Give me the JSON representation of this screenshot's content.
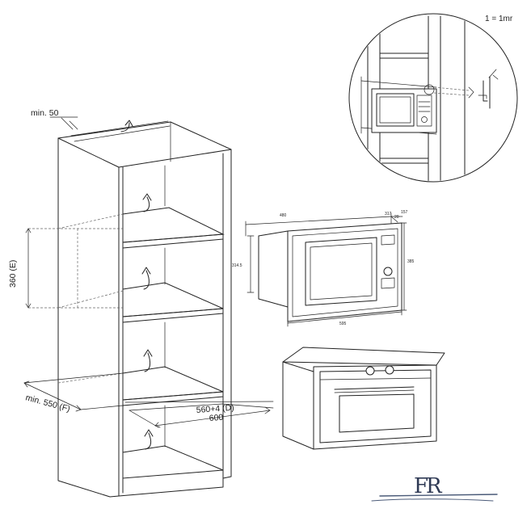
{
  "scale_note": "1 = 1mr",
  "cabinet": {
    "min_top_label": "min. 50",
    "height_label": "360 (E)",
    "depth_label": "min. 550 (F)",
    "width_inner_label": "560+4 (D)",
    "width_outer_label": "600"
  },
  "microwave_dims": {
    "width": "480",
    "d1": "317",
    "d2": "20",
    "d3": "157",
    "left_height": "314.5",
    "right_height": "385",
    "bottom_width": "595"
  },
  "logo": {
    "text": "FR"
  }
}
